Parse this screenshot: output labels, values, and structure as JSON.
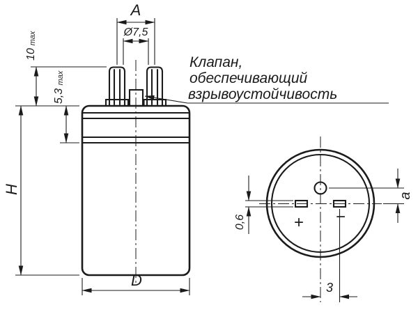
{
  "colors": {
    "background": "#ffffff",
    "line": "#1b1b1b"
  },
  "side_view": {
    "dim_A": "A",
    "dim_dia": "Ø7,5",
    "dim_10_value": "10",
    "dim_10_max": "max",
    "dim_53_value": "5,3",
    "dim_53_max": "max",
    "dim_H": "H",
    "dim_D": "D",
    "note_line1": "Клапан,",
    "note_line2": "обеспечивающий",
    "note_line3": "взрывоустойчивость"
  },
  "bottom_view": {
    "dim_a": "a",
    "dim_thickness": "0,6",
    "dim_offset": "3",
    "plus_label": "+",
    "minus_label": "−"
  }
}
